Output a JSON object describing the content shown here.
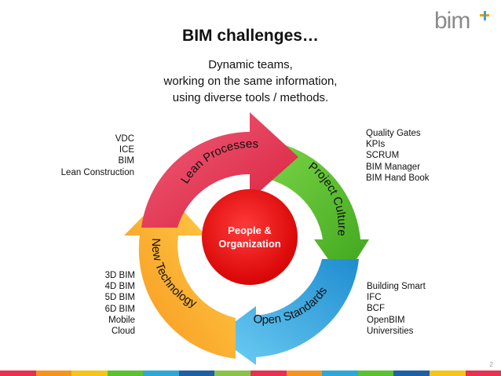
{
  "title": "BIM challenges…",
  "subtitle": [
    "Dynamic teams,",
    "working on the same information,",
    "using diverse tools / methods."
  ],
  "logo": {
    "text": "bim"
  },
  "center_label": [
    "People &",
    "Organization"
  ],
  "segments": [
    {
      "label": "Lean Processes",
      "color": "#e8304f"
    },
    {
      "label": "Project Culture",
      "color": "#5cc12e"
    },
    {
      "label": "Open Standards",
      "color": "#2ea6d8"
    },
    {
      "label": "New Technology",
      "color": "#f7941d"
    }
  ],
  "lists": {
    "top_left": [
      "VDC",
      "ICE",
      "BIM",
      "Lean Construction"
    ],
    "top_right": [
      "Quality Gates",
      "KPIs",
      "SCRUM",
      "BIM Manager",
      "BIM Hand Book"
    ],
    "bottom_left": [
      "3D BIM",
      "4D BIM",
      "5D BIM",
      "6D BIM",
      "Mobile",
      "Cloud"
    ],
    "bottom_right": [
      "Building Smart",
      "IFC",
      "BCF",
      "OpenBIM",
      "Universities"
    ]
  },
  "page_number": "2",
  "bottom_bar_colors": [
    "#e8304f",
    "#f7941d",
    "#f5c518",
    "#5cc12e",
    "#2ea6d8",
    "#1f5fa8",
    "#8bc34a",
    "#e8304f",
    "#f7941d",
    "#2ea6d8",
    "#5cc12e",
    "#1f5fa8",
    "#f5c518",
    "#e8304f"
  ]
}
